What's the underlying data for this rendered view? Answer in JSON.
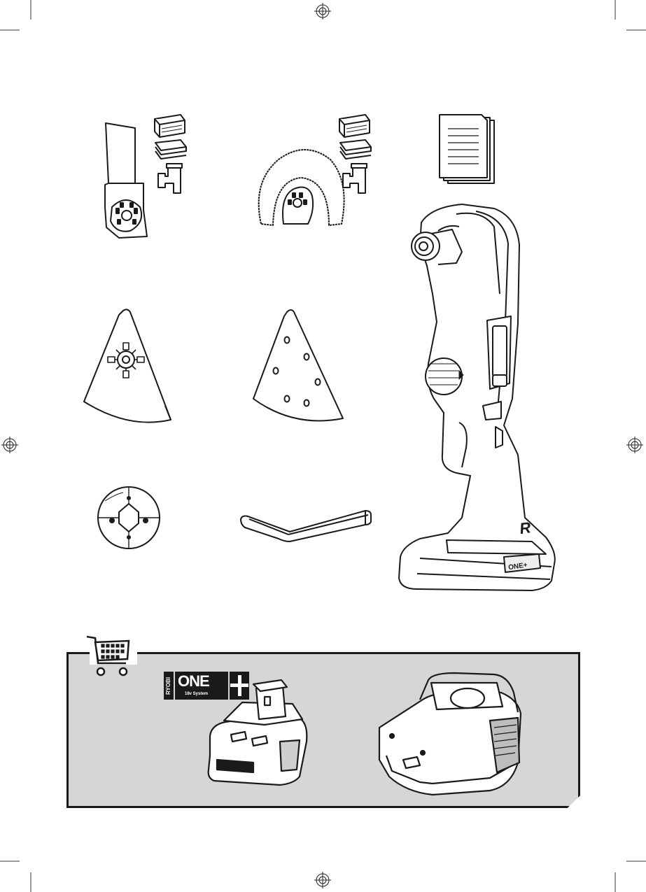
{
  "logo": {
    "brand": "RYOBI",
    "product": "ONE",
    "subtitle": "18v System"
  },
  "tool": {
    "letter": "R",
    "badge": "ONE+"
  },
  "icons": [
    "registration-mark-icon",
    "shopping-cart-icon",
    "document-icon"
  ]
}
